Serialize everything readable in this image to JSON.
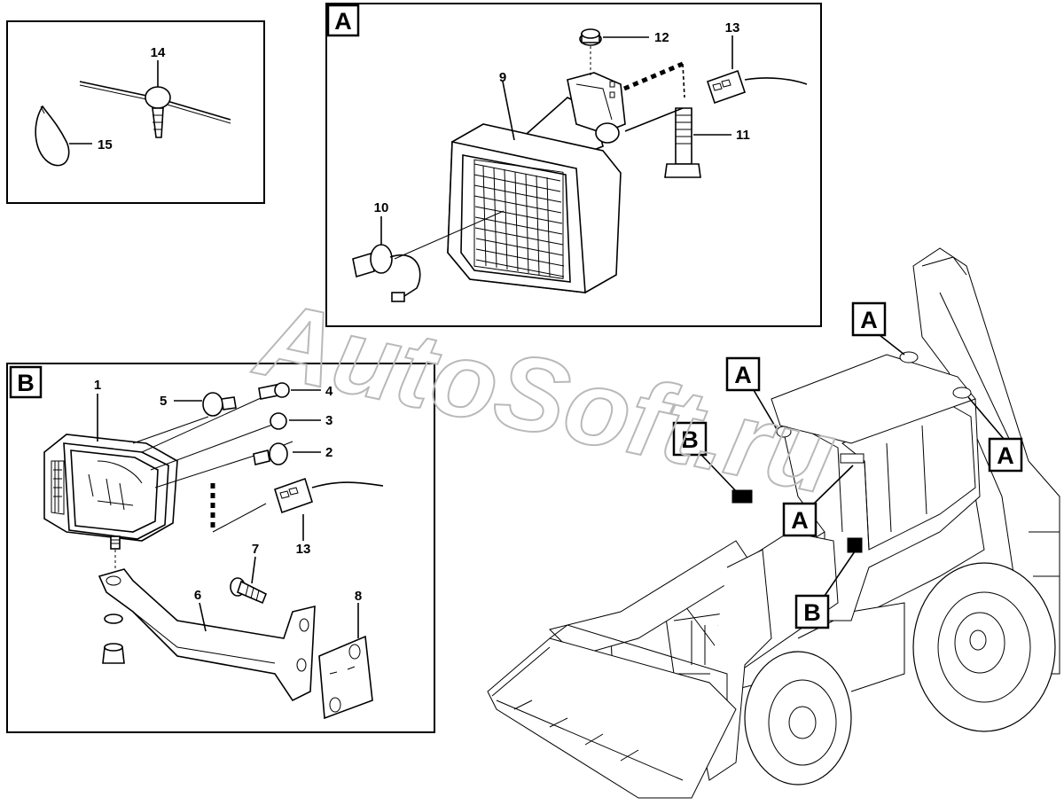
{
  "watermark": "AutoSoft.ru",
  "panels": {
    "top_left": {
      "callouts": {
        "c14": "14",
        "c15": "15"
      }
    },
    "a": {
      "letter": "A",
      "callouts": {
        "c9": "9",
        "c10": "10",
        "c11": "11",
        "c12": "12",
        "c13": "13"
      }
    },
    "b": {
      "letter": "B",
      "callouts": {
        "c1": "1",
        "c2": "2",
        "c3": "3",
        "c4": "4",
        "c5": "5",
        "c6": "6",
        "c7": "7",
        "c8": "8",
        "c13": "13"
      }
    }
  },
  "machine": {
    "location_tags": [
      "A",
      "A",
      "A",
      "A",
      "B",
      "B"
    ]
  }
}
